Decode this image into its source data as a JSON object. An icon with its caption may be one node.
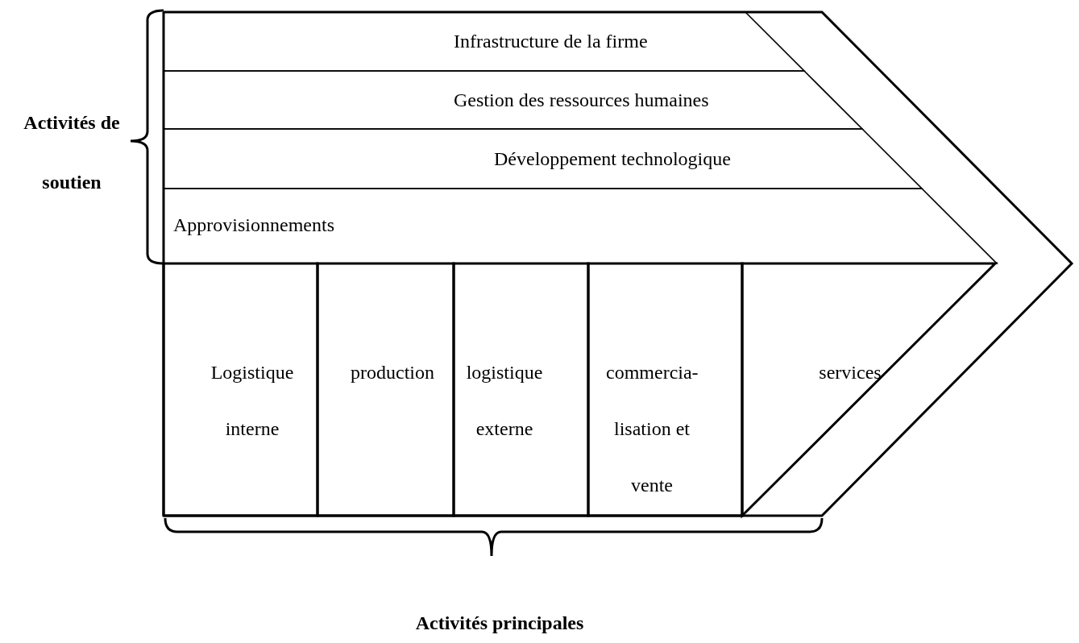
{
  "diagram": {
    "nodes": [
      {
        "text": [
          "Infrastructure de la firme"
        ]
      },
      {
        "text": [
          "Gestion des ressources humaines"
        ]
      },
      {
        "text": [
          "Développement technologique"
        ]
      },
      {
        "text": [
          "Approvisionnements"
        ]
      },
      {
        "text": [
          "Logistique interne"
        ]
      },
      {
        "text": [
          "production"
        ]
      },
      {
        "text": [
          "logistique externe"
        ]
      },
      {
        "text": [
          "commercia- lisation et vente"
        ]
      },
      {
        "text": [
          "services"
        ]
      }
    ],
    "labels": [
      "Activités de soutien",
      "Activités principales"
    ]
  }
}
